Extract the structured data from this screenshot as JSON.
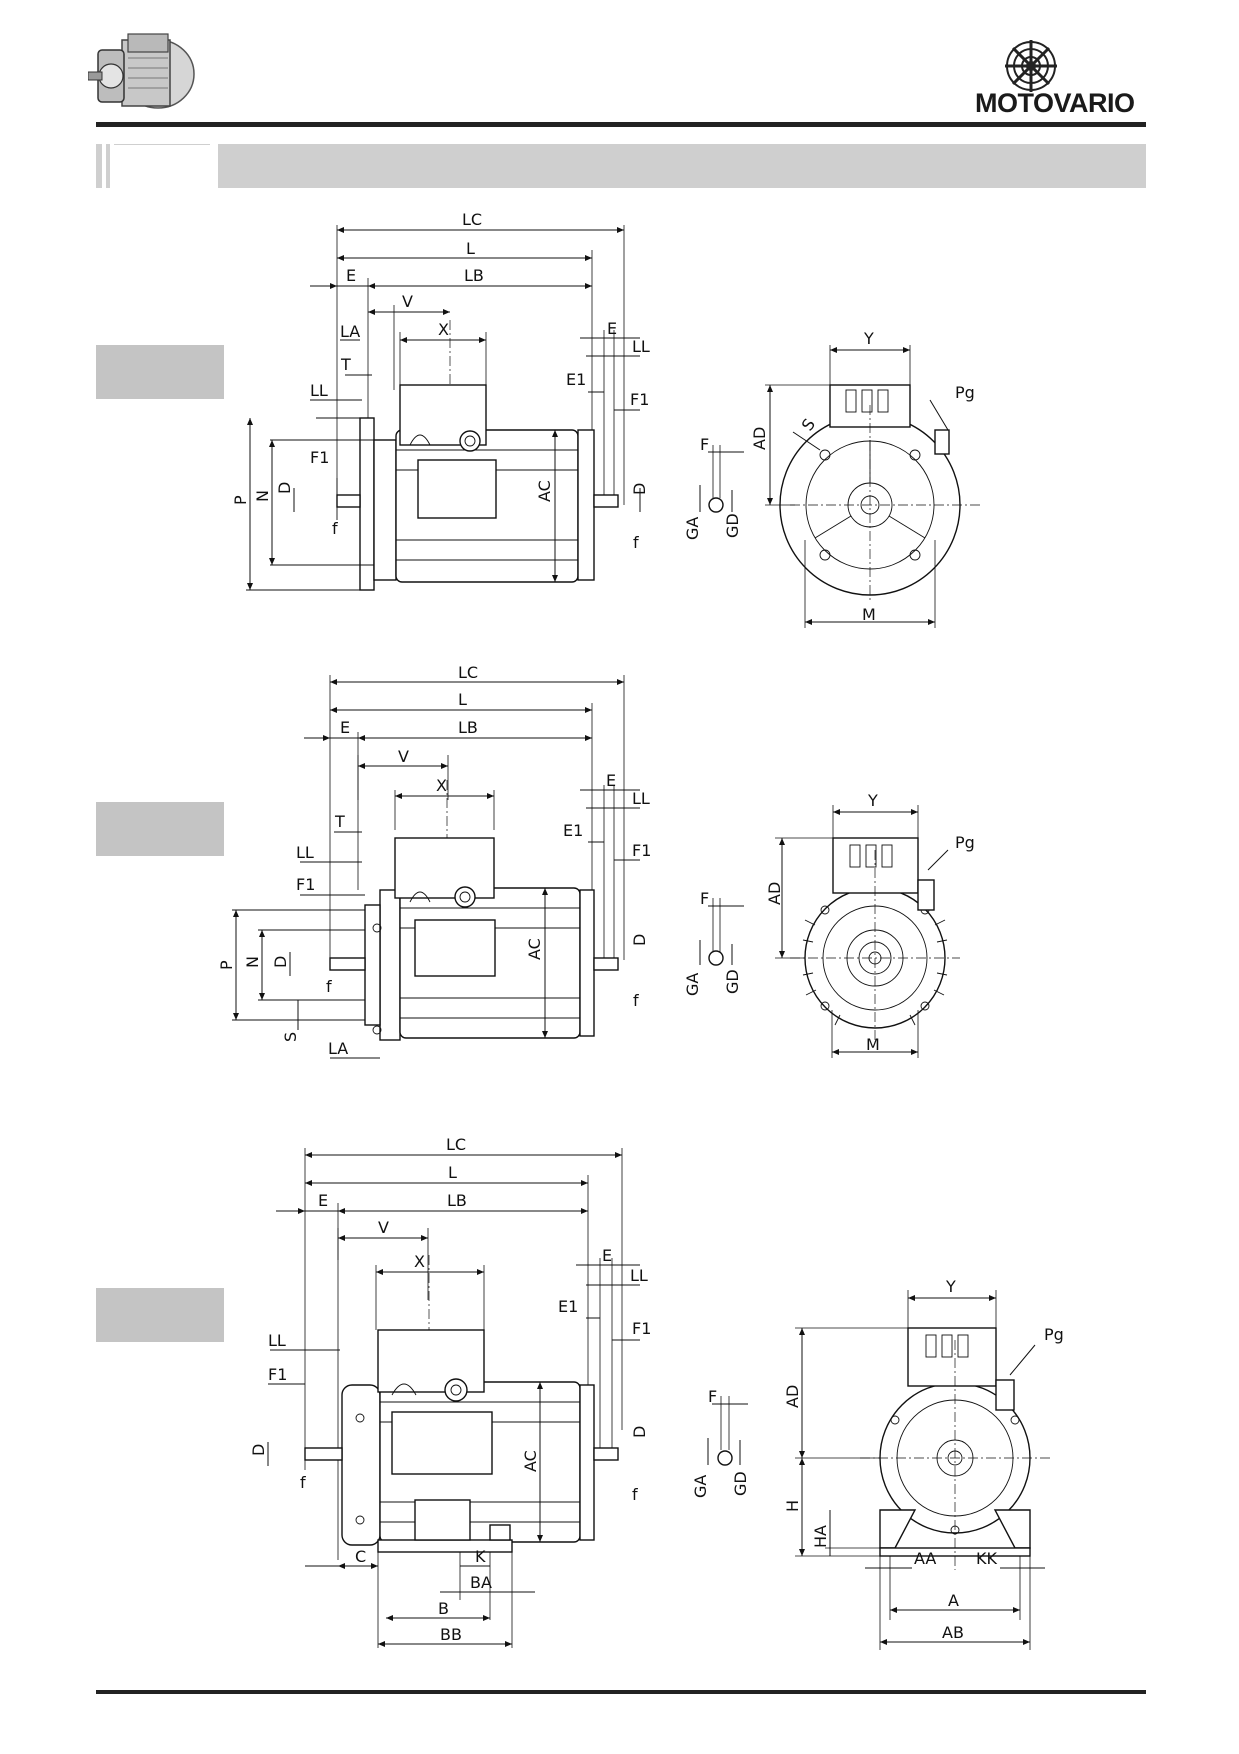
{
  "brand": {
    "logo_text": "MOTOVARIO"
  },
  "drawings": [
    {
      "id": "flange-b5",
      "side_labels": [
        "LC",
        "L",
        "E",
        "LB",
        "V",
        "X",
        "LA",
        "T",
        "LL",
        "F1",
        "P",
        "N",
        "D",
        "f",
        "AC",
        "E",
        "LL",
        "E1",
        "F1",
        "D",
        "f"
      ],
      "front_labels": [
        "Y",
        "Pg",
        "AD",
        "S",
        "F",
        "GA",
        "GD",
        "M"
      ]
    },
    {
      "id": "flange-b14",
      "side_labels": [
        "LC",
        "L",
        "E",
        "LB",
        "V",
        "X",
        "T",
        "LL",
        "F1",
        "P",
        "N",
        "D",
        "f",
        "S",
        "LA",
        "AC",
        "E",
        "LL",
        "E1",
        "F1",
        "D",
        "f"
      ],
      "front_labels": [
        "Y",
        "Pg",
        "AD",
        "F",
        "GA",
        "GD",
        "M"
      ]
    },
    {
      "id": "foot-b3",
      "side_labels": [
        "LC",
        "L",
        "E",
        "LB",
        "V",
        "X",
        "LL",
        "F1",
        "D",
        "f",
        "AC",
        "C",
        "K",
        "BA",
        "B",
        "BB",
        "E",
        "LL",
        "E1",
        "F1",
        "D",
        "f"
      ],
      "front_labels": [
        "Y",
        "Pg",
        "AD",
        "F",
        "GA",
        "GD",
        "H",
        "HA",
        "AA",
        "KK",
        "A",
        "AB"
      ]
    }
  ]
}
